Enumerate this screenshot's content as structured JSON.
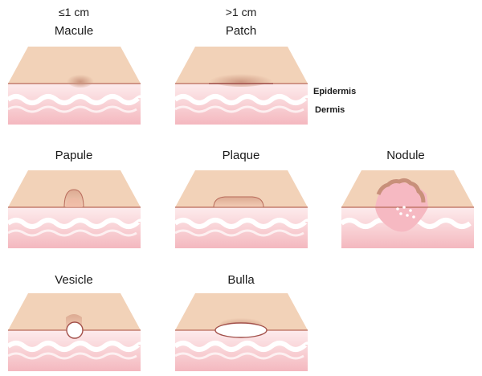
{
  "headers": {
    "small": "≤1 cm",
    "large": ">1 cm"
  },
  "layers": {
    "epidermis": "Epidermis",
    "dermis": "Dermis"
  },
  "lesions": {
    "macule": "Macule",
    "patch": "Patch",
    "papule": "Papule",
    "plaque": "Plaque",
    "nodule": "Nodule",
    "vesicle": "Vesicle",
    "bulla": "Bulla"
  },
  "colors": {
    "skin_top": "#f2d2b8",
    "skin_line": "#b86a5a",
    "dermis_pink": "#f7c8cc",
    "dermis_light": "#fde6e8",
    "lesion_brown": "#c8907a"
  }
}
